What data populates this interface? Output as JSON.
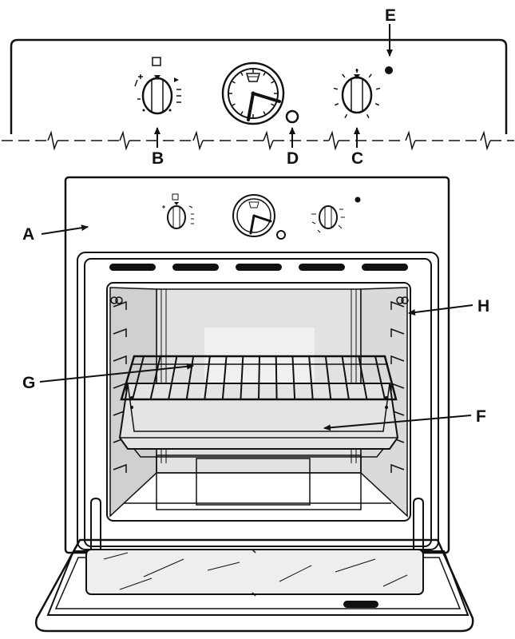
{
  "labels": {
    "a": "A",
    "b": "B",
    "c": "C",
    "d": "D",
    "e": "E",
    "f": "F",
    "g": "G",
    "h": "H"
  },
  "colors": {
    "line": "#111111",
    "cavity_shade": "#dcdcdc",
    "light_shade": "#ececec",
    "background": "#ffffff"
  }
}
